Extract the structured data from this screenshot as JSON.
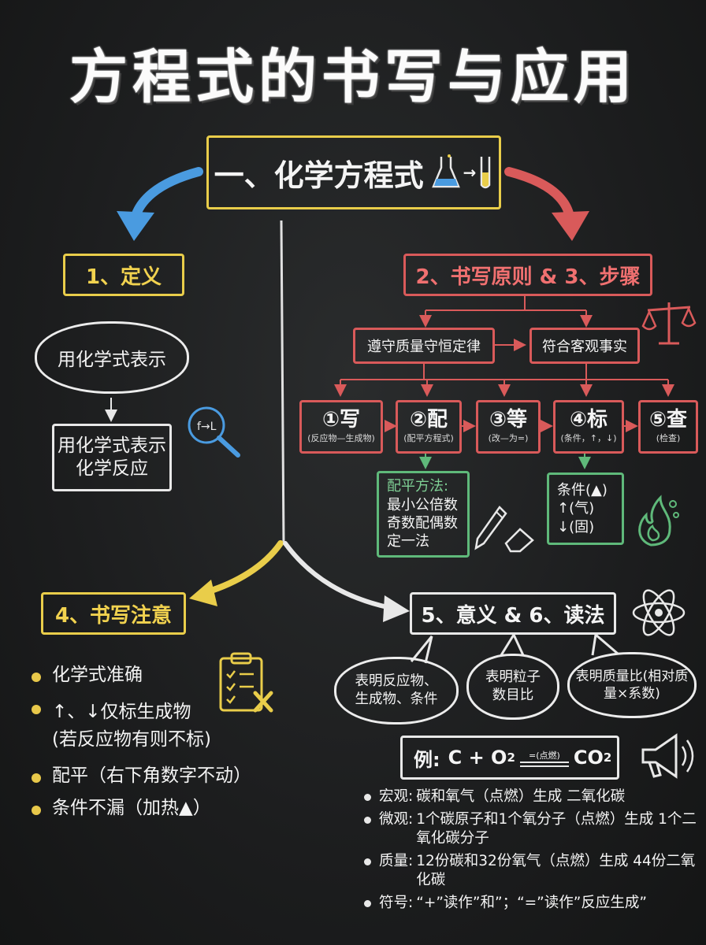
{
  "title": "方程式的书写与应用",
  "main_heading": "一、化学方程式",
  "definition": {
    "heading": "1、定义",
    "cloud_text": "用化学式表示",
    "box_text": "用化学式表示化学反应"
  },
  "principles": {
    "heading": "2、书写原则 & 3、步骤",
    "rule_1": "遵守质量守恒定律",
    "rule_2": "符合客观事实",
    "steps": [
      {
        "label": "①写",
        "note": "(反应物—生成物)"
      },
      {
        "label": "②配",
        "note": "(配平方程式)"
      },
      {
        "label": "③等",
        "note": "(改—为=)"
      },
      {
        "label": "④标",
        "note": "(条件，↑，↓)"
      },
      {
        "label": "⑤查",
        "note": "(检查)"
      }
    ],
    "balance_title": "配平方法:",
    "balance_methods": [
      "最小公倍数",
      "奇数配偶数",
      "定一法"
    ],
    "marks": [
      "条件(▲)",
      "↑(气)",
      "↓(固)"
    ]
  },
  "notes": {
    "heading": "4、书写注意",
    "items": [
      {
        "text": "化学式准确",
        "sub": ""
      },
      {
        "text": "↑、↓仅标生成物",
        "sub": "(若反应物有则不标)"
      },
      {
        "text": "配平（右下角数字不动）",
        "sub": ""
      },
      {
        "text": "条件不漏（加热▲）",
        "sub": ""
      }
    ]
  },
  "meaning": {
    "heading": "5、意义 & 6、读法",
    "bubbles": [
      "表明反应物、生成物、条件",
      "表明粒子数目比",
      "表明质量比(相对质量×系数)"
    ],
    "example_prefix": "例:",
    "example_left": "C + O",
    "example_sub": "2",
    "example_condition": "=(点燃)",
    "example_right": "CO",
    "example_right_sub": "2",
    "readings": [
      {
        "label": "宏观:",
        "text": "碳和氧气（点燃）生成 二氧化碳"
      },
      {
        "label": "微观:",
        "text": "1个碳原子和1个氧分子（点燃）生成 1个二氧化碳分子"
      },
      {
        "label": "质量:",
        "text": "12份碳和32份氧气（点燃）生成 44份二氧化碳"
      },
      {
        "label": "符号:",
        "text": "“+”读作”和”；“=”读作”反应生成”"
      }
    ]
  },
  "icons": {
    "flask": "flask-icon",
    "test_tube": "test-tube-icon",
    "balance_scale": "balance-scale-icon",
    "magnifier": "magnifier-icon",
    "pencil": "pencil-icon",
    "eraser": "eraser-icon",
    "flame": "flame-icon",
    "atom": "atom-icon",
    "clipboard": "clipboard-icon",
    "megaphone": "megaphone-icon"
  },
  "colors": {
    "yellow": "#e9cd4a",
    "red": "#d95a5a",
    "green": "#5fb97a",
    "blue": "#4a9be0",
    "white": "#e8e8e8"
  }
}
